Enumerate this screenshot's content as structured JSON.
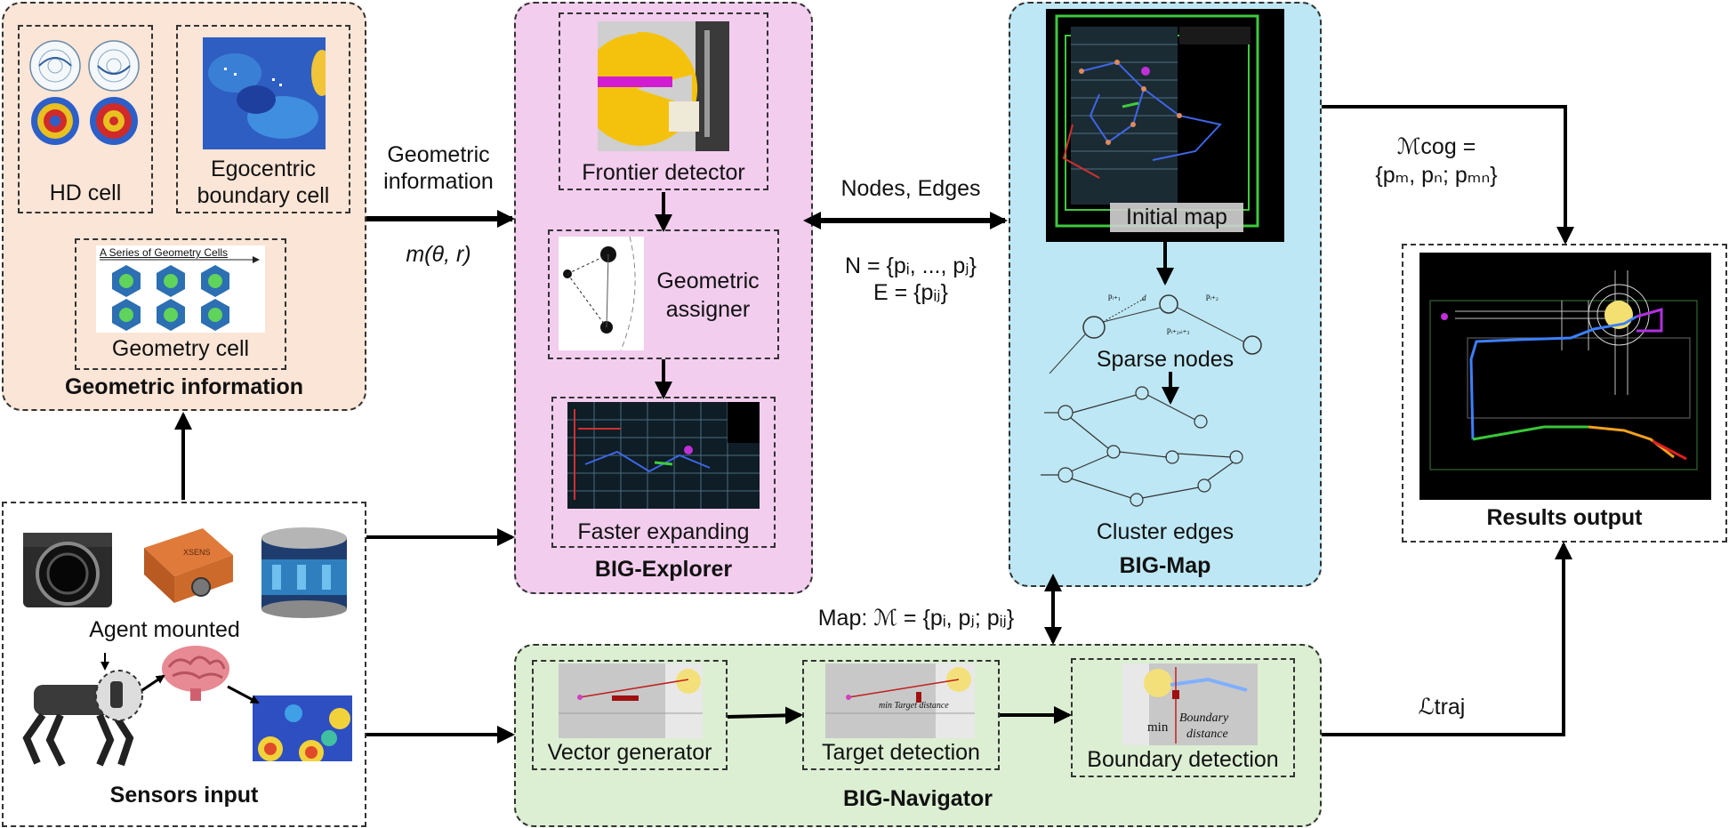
{
  "geometric_panel": {
    "title": "Geometric information",
    "hd_cell": "HD cell",
    "boundary_cell_line1": "Egocentric",
    "boundary_cell_line2": "boundary cell",
    "geometry_cell": "Geometry cell",
    "geometry_cells_caption": "A Series of Geometry Cells"
  },
  "sensors_panel": {
    "title": "Sensors input",
    "agent_mounted": "Agent mounted"
  },
  "explorer_panel": {
    "title": "BIG-Explorer",
    "frontier": "Frontier detector",
    "assigner_line1": "Geometric",
    "assigner_line2": "assigner",
    "faster": "Faster expanding"
  },
  "map_panel": {
    "title": "BIG-Map",
    "initial_map": "Initial map",
    "sparse_nodes": "Sparse nodes",
    "cluster_edges": "Cluster edges"
  },
  "navigator_panel": {
    "title": "BIG-Navigator",
    "vector": "Vector generator",
    "target": "Target detection",
    "boundary": "Boundary detection",
    "target_inset": "min Target distance",
    "boundary_inset_min": "min",
    "boundary_inset_1": "Boundary",
    "boundary_inset_2": "distance"
  },
  "results_panel": {
    "title": "Results output"
  },
  "edge_labels": {
    "geo_line1": "Geometric",
    "geo_line2": "information",
    "m_theta_r": "m(θ, r)",
    "nodes_edges": "Nodes, Edges",
    "n_set": "N = {pᵢ, ..., pⱼ}",
    "e_set": "E = {pᵢⱼ}",
    "map_m": "Map: ℳ = {pᵢ, pⱼ; pᵢⱼ}",
    "m_cog_1": "ℳcog =",
    "m_cog_2": "{pₘ, pₙ; pₘₙ}",
    "l_traj": "ℒtraj"
  },
  "colors": {
    "geometric_bg": "#fbe5d6",
    "explorer_bg": "#f2cdee",
    "map_bg": "#bde7f4",
    "navigator_bg": "#dcefd3"
  }
}
